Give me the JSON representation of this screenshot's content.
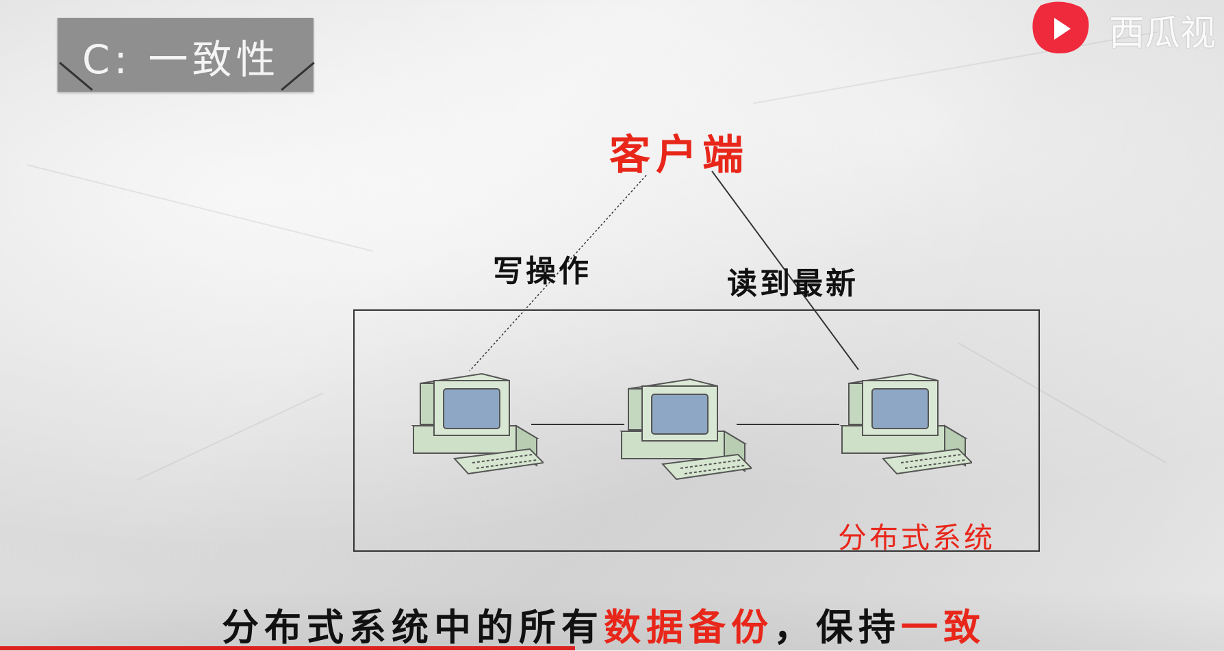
{
  "title": {
    "text": "C: 一致性"
  },
  "watermark": {
    "brand": "西瓜视",
    "icon": "xigua-play-icon"
  },
  "diagram": {
    "client_label": "客户端",
    "write_label": "写操作",
    "read_label": "读到最新",
    "system_label": "分布式系统",
    "nodes": [
      "computer-1",
      "computer-2",
      "computer-3"
    ]
  },
  "caption": {
    "part1": "分布式系统中的所有",
    "highlight1": "数据备份",
    "part2": "，保持",
    "highlight2": "一致"
  },
  "colors": {
    "accent_red": "#e8261a",
    "title_box": "#8f8f8f"
  },
  "video": {
    "progress": 0.47
  }
}
